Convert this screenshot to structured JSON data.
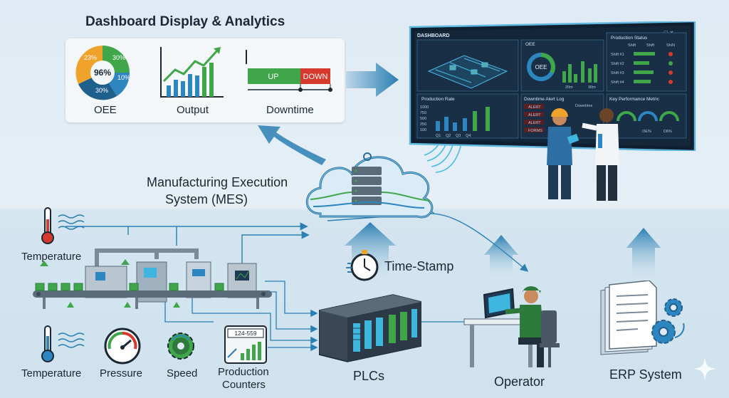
{
  "dashboard": {
    "title": "Dashboard Display & Analytics",
    "oee": {
      "label": "OEE",
      "center": "96%",
      "slices": [
        "23%",
        "30%",
        "10%",
        "30%"
      ]
    },
    "output": {
      "label": "Output"
    },
    "downtime": {
      "label": "Downtime",
      "up": "UP",
      "down": "DOWN"
    }
  },
  "screen": {
    "header": "DASHBOARD",
    "oee_panel": {
      "title": "OEE",
      "center": "OEE",
      "bars": [
        "20m",
        "30m"
      ]
    },
    "status_panel": {
      "title": "Production Status",
      "cols": [
        "Shift",
        "Shift",
        "ShiN"
      ],
      "rows": [
        "Shift #1",
        "Shift #2",
        "Shift #3",
        "Shift #4"
      ]
    },
    "rate_panel": {
      "title": "Production Rate",
      "yticks": [
        "1000",
        "750",
        "500",
        "250",
        "100"
      ],
      "xticks": [
        "Q1",
        "Q2",
        "Q3",
        "Q4"
      ]
    },
    "alert_panel": {
      "title": "Downtime Alert Log",
      "col": "Downtime",
      "rows": [
        "ALERT",
        "ALERT",
        "ALERT",
        "FORMS"
      ]
    },
    "kpi_panel": {
      "title": "Key Performance Metric",
      "values": [
        "OE%",
        "D6%"
      ]
    }
  },
  "labels": {
    "mes": [
      "Manufacturing Execution",
      "System (MES)"
    ],
    "timestamp": "Time-Stamp",
    "temperature_top": "Temperature",
    "temperature_bottom": "Temperature",
    "pressure": "Pressure",
    "speed": "Speed",
    "counters": [
      "Production",
      "Counters"
    ],
    "counter_digits": "124-559",
    "plcs": "PLCs",
    "operator": "Operator",
    "erp": "ERP System"
  },
  "colors": {
    "accent": "#2e86c1",
    "green": "#3fa64a",
    "red": "#d63a2f",
    "arrow": "#2b7fb3",
    "screen_bg": "#14263a"
  }
}
